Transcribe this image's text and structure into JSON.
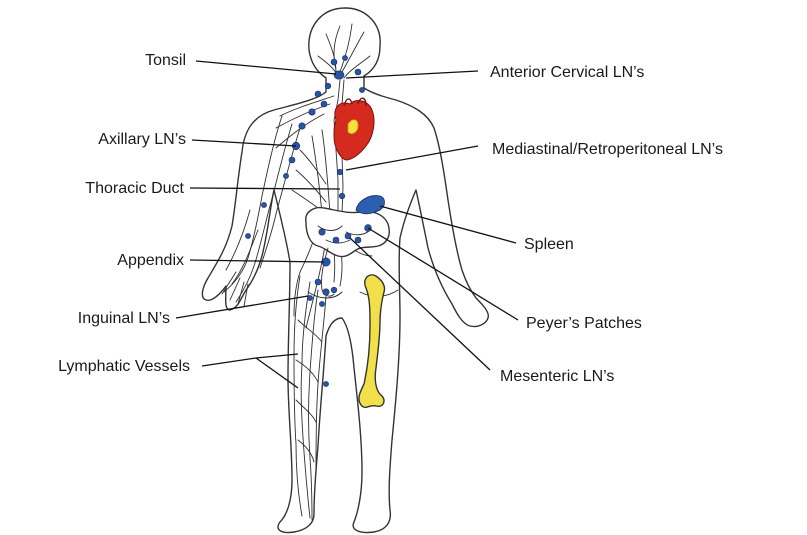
{
  "labels": {
    "tonsil": "Tonsil",
    "anterior_cervical": "Anterior Cervical LN’s",
    "axillary": "Axillary LN’s",
    "mediastinal": "Mediastinal/Retroperitoneal LN’s",
    "thoracic_duct": "Thoracic Duct",
    "spleen": "Spleen",
    "appendix": "Appendix",
    "inguinal": "Inguinal LN’s",
    "peyers": "Peyer’s Patches",
    "lymphatic_vessels": "Lymphatic Vessels",
    "mesenteric": "Mesenteric LN’s"
  },
  "colors": {
    "lymph_node": "#2a53a6",
    "heart": "#d52a1e",
    "heart_highlight": "#f7e03a",
    "spleen": "#2c5fb0",
    "bone_fill": "#f2e04a",
    "outline": "#333333"
  }
}
